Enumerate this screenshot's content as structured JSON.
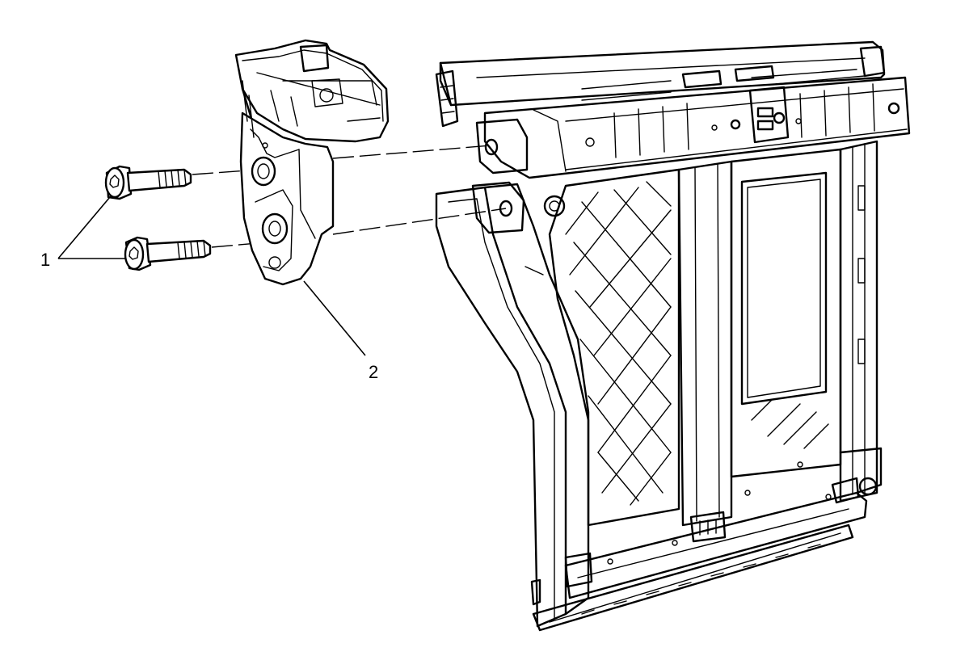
{
  "callouts": [
    {
      "id": "1",
      "text": "1",
      "part": "bolts"
    },
    {
      "id": "2",
      "text": "2",
      "part": "hinge-bracket"
    }
  ],
  "colors": {
    "line": "#000000",
    "background": "#ffffff"
  }
}
